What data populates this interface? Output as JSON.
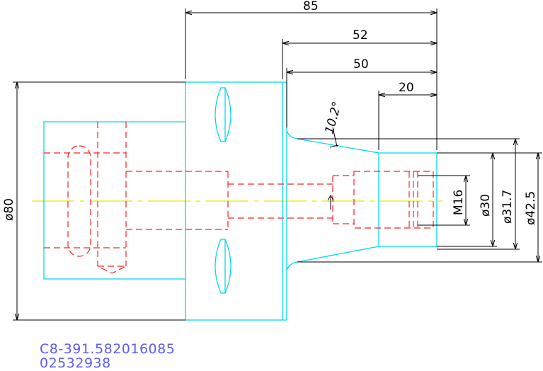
{
  "dimensions": {
    "overall_length": "85",
    "length_52": "52",
    "length_50": "50",
    "length_20": "20",
    "taper_angle": "10.2°",
    "flange_diameter": "ø80",
    "thread": "M16",
    "bore_diameter": "ø30",
    "collar_diameter": "ø31.7",
    "cone_diameter": "ø42.5"
  },
  "caption": {
    "part_code": "C8-391.582016085",
    "part_number": "02532938"
  },
  "colors": {
    "outline": "#00d8e8",
    "hidden_lines": "#ff2020",
    "centerline": "#e8e800",
    "dimensions": "#000000",
    "caption_text": "#5b5bf5"
  }
}
